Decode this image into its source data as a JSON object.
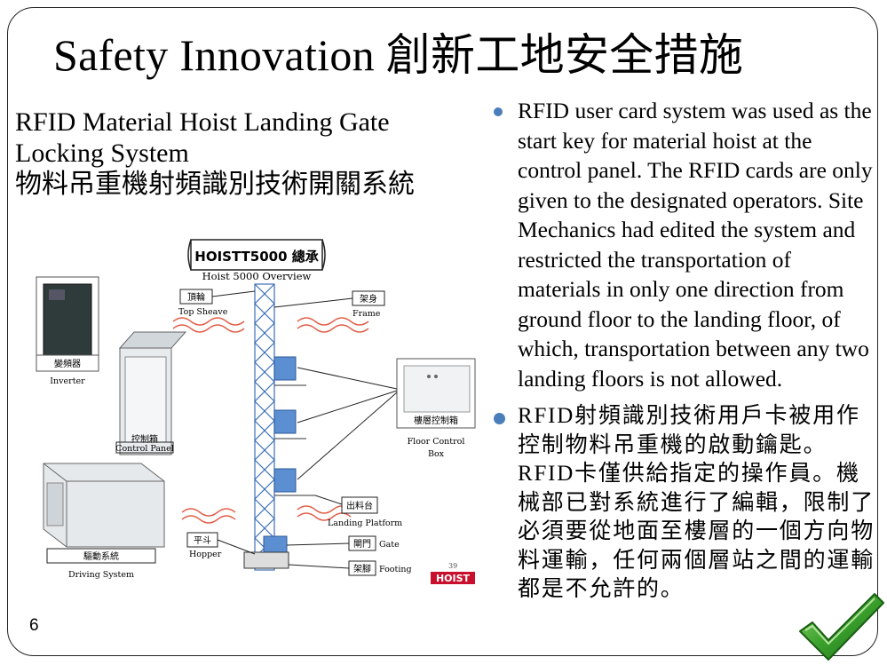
{
  "slide": {
    "title": "Safety Innovation 創新工地安全措施",
    "subtitle_line1": "RFID Material Hoist Landing Gate",
    "subtitle_line2": "Locking System",
    "subtitle_line3": "物料吊重機射頻識別技術開關系統",
    "page_number": "6"
  },
  "bullets": [
    {
      "text": "RFID user card system was used as the start key for material hoist at the control panel.  The RFID cards are only given to the designated operators. Site Mechanics had edited the system and restricted the transportation of materials in only one direction from ground floor to the landing floor, of which, transportation between any two landing floors is not allowed."
    },
    {
      "text": "RFID射頻識別技術用戶卡被用作控制物料吊重機的啟動鑰匙。RFID卡僅供給指定的操作員。機械部已對系統進行了編輯，限制了必須要從地面至樓層的一個方向物料運輸，任何兩個層站之間的運輸都是不允許的。"
    }
  ],
  "diagram": {
    "banner": "HOISTT5000 總承",
    "overview": "Hoist 5000 Overview",
    "top_sheave_zh": "頂輪",
    "top_sheave_en": "Top Sheave",
    "frame_zh": "架身",
    "frame_en": "Frame",
    "inverter_zh": "變頻器",
    "inverter_en": "Inverter",
    "control_panel_zh": "控制箱",
    "control_panel_en": "Control Panel",
    "floor_control_zh": "樓層控制箱",
    "floor_control_en1": "Floor Control",
    "floor_control_en2": "Box",
    "landing_zh": "出料台",
    "landing_en": "Landing Platform",
    "hopper_zh": "平斗",
    "hopper_en": "Hopper",
    "gate_zh": "閘門",
    "gate_en": "Gate",
    "footing_zh": "架腳",
    "footing_en": "Footing",
    "driving_zh": "驅動系統",
    "driving_en": "Driving System",
    "page_ref": "39",
    "logo": "HOIST"
  },
  "colors": {
    "bullet_dot": "#4a7ebb",
    "check_green": "#3aa02c",
    "break_line": "#e0604a",
    "tower_blue": "#3b6fb6",
    "logo_red": "#c8102e"
  },
  "icons": {
    "check": "checkmark-icon",
    "bullet": "bullet-dot-icon"
  }
}
